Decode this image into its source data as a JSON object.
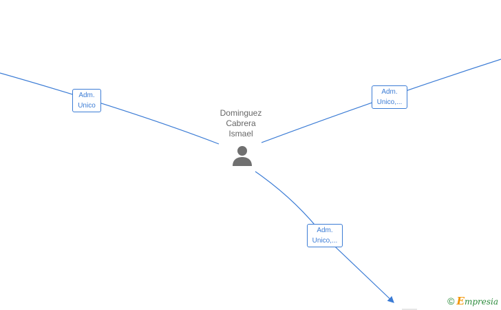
{
  "person": {
    "name_lines": [
      "Dominguez",
      "Cabrera",
      "Ismael"
    ],
    "icon": "person-icon"
  },
  "edges": [
    {
      "label_lines": [
        "Adm.",
        "Unico"
      ]
    },
    {
      "label_lines": [
        "Adm.",
        "Unico,..."
      ]
    },
    {
      "label_lines": [
        "Adm.",
        "Unico,..."
      ]
    }
  ],
  "watermark": {
    "symbol": "©",
    "brand_initial": "E",
    "brand_rest": "mpresia"
  },
  "colors": {
    "edge": "#3a7bd5",
    "person": "#666666",
    "brand_green": "#2a8a3a",
    "brand_orange": "#f29400"
  }
}
